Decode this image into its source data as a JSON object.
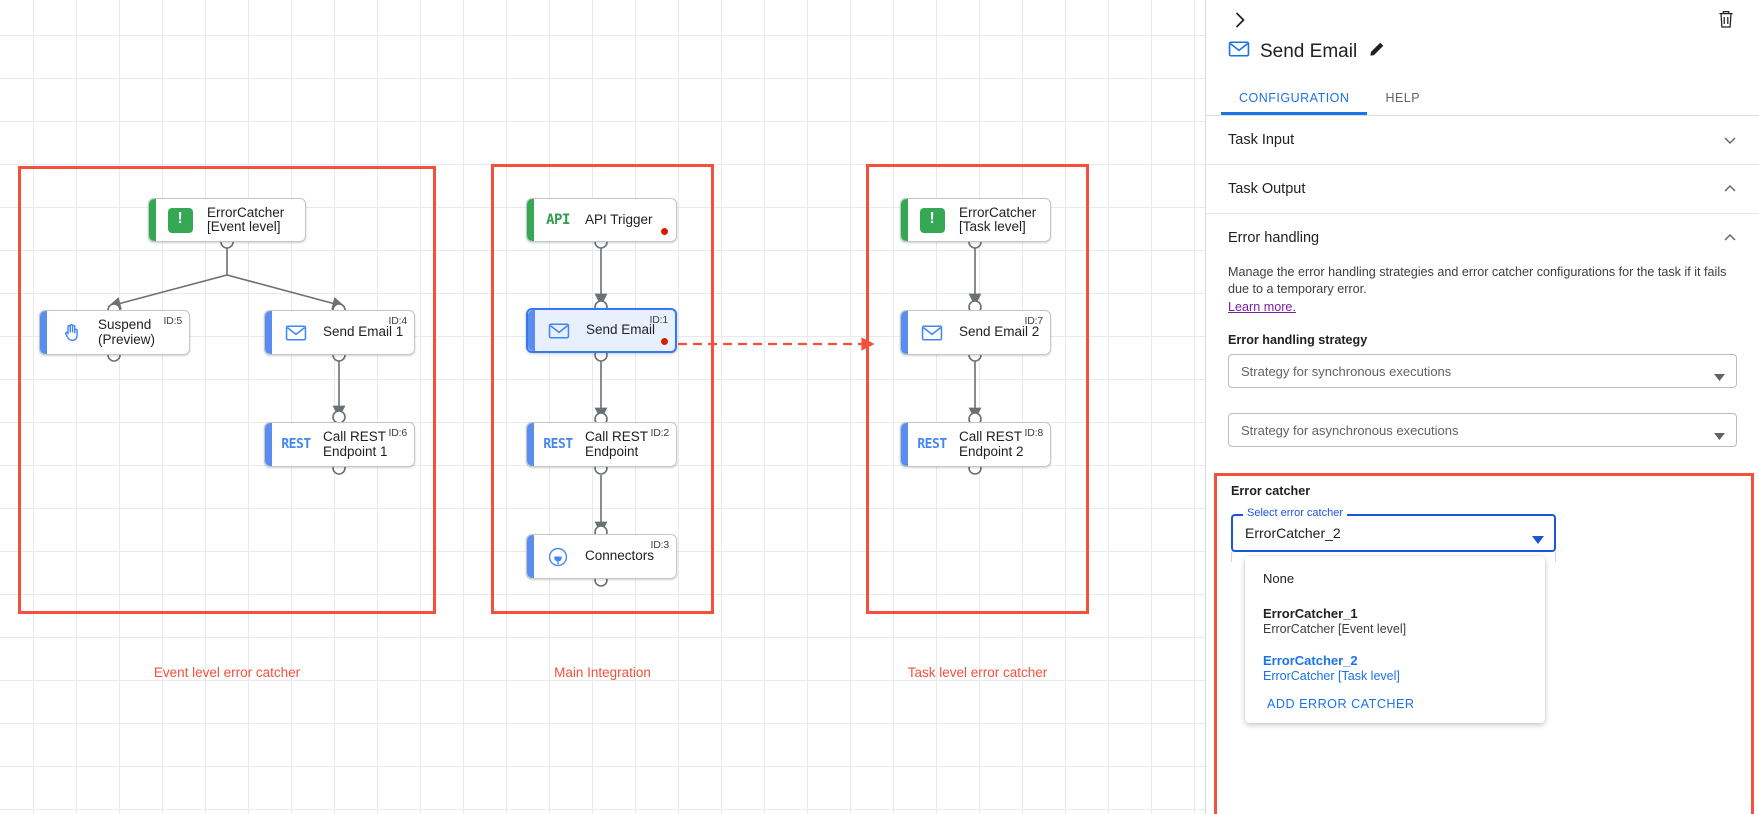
{
  "canvas": {
    "groups": [
      {
        "label": "Event level error catcher"
      },
      {
        "label": "Main Integration"
      },
      {
        "label": "Task level error catcher"
      }
    ],
    "nodes": [
      {
        "title": "ErrorCatcher\n[Event level]",
        "id": "",
        "icon": "error-catcher-icon"
      },
      {
        "title": "Suspend\n(Preview)",
        "id": "ID:5",
        "icon": "suspend-hand-icon"
      },
      {
        "title": "Send Email 1",
        "id": "ID:4",
        "icon": "email-icon"
      },
      {
        "title": "Call REST\nEndpoint 1",
        "id": "ID:6",
        "icon": "rest-icon"
      },
      {
        "title": "API Trigger",
        "id": "",
        "icon": "api-icon"
      },
      {
        "title": "Send Email",
        "id": "ID:1",
        "icon": "email-icon"
      },
      {
        "title": "Call REST\nEndpoint",
        "id": "ID:2",
        "icon": "rest-icon"
      },
      {
        "title": "Connectors",
        "id": "ID:3",
        "icon": "connectors-icon"
      },
      {
        "title": "ErrorCatcher\n[Task level]",
        "id": "",
        "icon": "error-catcher-icon"
      },
      {
        "title": "Send Email 2",
        "id": "ID:7",
        "icon": "email-icon"
      },
      {
        "title": "Call REST\nEndpoint 2",
        "id": "ID:8",
        "icon": "rest-icon"
      }
    ]
  },
  "panel": {
    "title": "Send Email",
    "tabs": [
      {
        "label": "CONFIGURATION",
        "active": true
      },
      {
        "label": "HELP",
        "active": false
      }
    ],
    "sections": [
      {
        "label": "Task Input",
        "expanded": false
      },
      {
        "label": "Task Output",
        "expanded": true
      },
      {
        "label": "Error handling",
        "expanded": true
      }
    ],
    "error_handling": {
      "description": "Manage the error handling strategies and error catcher configurations for the task if it fails due to a temporary error.",
      "learn_more": "Learn more.",
      "strategy_label": "Error handling strategy",
      "sync_placeholder": "Strategy for synchronous executions",
      "async_placeholder": "Strategy for asynchronous executions"
    },
    "error_catcher": {
      "heading": "Error catcher",
      "field_legend": "Select error catcher",
      "field_value": "ErrorCatcher_2",
      "options": [
        {
          "primary": "None",
          "sub": "",
          "selected": false
        },
        {
          "primary": "ErrorCatcher_1",
          "sub": "ErrorCatcher [Event level]",
          "selected": false
        },
        {
          "primary": "ErrorCatcher_2",
          "sub": "ErrorCatcher [Task level]",
          "selected": true
        }
      ],
      "add_action": "ADD ERROR CATCHER"
    }
  },
  "colors": {
    "accent": "#1a73e8",
    "highlight": "#f4503c",
    "trigger_green": "#34a853",
    "task_blue": "#5b8def",
    "error_dot": "#d21f00"
  }
}
